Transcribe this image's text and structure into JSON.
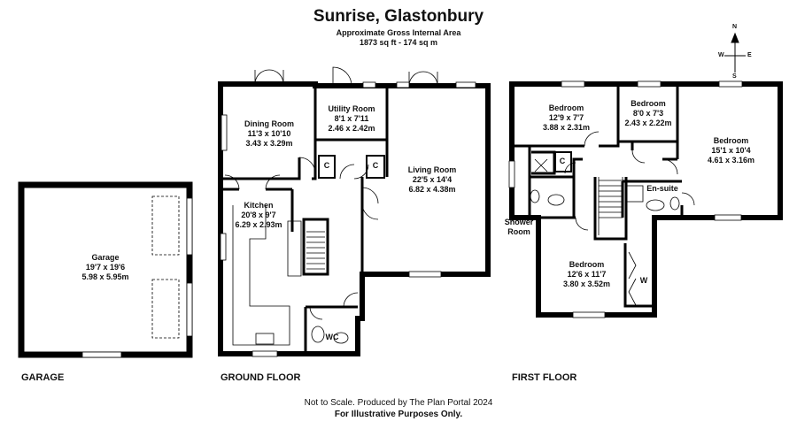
{
  "header": {
    "title": "Sunrise, Glastonbury",
    "subtitle": "Approximate Gross Internal Area",
    "area": "1873 sq ft - 174 sq m"
  },
  "compass": {
    "n": "N",
    "s": "S",
    "e": "E",
    "w": "W"
  },
  "rooms": {
    "garage": {
      "name": "Garage",
      "imperial": "19'7 x 19'6",
      "metric": "5.98 x 5.95m"
    },
    "dining": {
      "name": "Dining Room",
      "imperial": "11'3 x 10'10",
      "metric": "3.43 x 3.29m"
    },
    "utility": {
      "name": "Utility Room",
      "imperial": "8'1 x 7'11",
      "metric": "2.46 x 2.42m"
    },
    "living": {
      "name": "Living Room",
      "imperial": "22'5 x 14'4",
      "metric": "6.82 x 4.38m"
    },
    "kitchen": {
      "name": "Kitchen",
      "imperial": "20'8 x 9'7",
      "metric": "6.29 x 2.93m"
    },
    "bed1": {
      "name": "Bedroom",
      "imperial": "12'9 x 7'7",
      "metric": "3.88 x 2.31m"
    },
    "bed2": {
      "name": "Bedroom",
      "imperial": "8'0 x 7'3",
      "metric": "2.43 x 2.22m"
    },
    "bed3": {
      "name": "Bedroom",
      "imperial": "15'1 x 10'4",
      "metric": "4.61 x 3.16m"
    },
    "bed4": {
      "name": "Bedroom",
      "imperial": "12'6 x 11'7",
      "metric": "3.80 x 3.52m"
    }
  },
  "small_labels": {
    "cupboard": "C",
    "wc": "WC",
    "ensuite": "En-suite",
    "shower_room_line1": "Shower",
    "shower_room_line2": "Room",
    "wardrobe": "W"
  },
  "floors": {
    "garage": "GARAGE",
    "ground": "GROUND FLOOR",
    "first": "FIRST FLOOR"
  },
  "footer": {
    "line1": "Not to Scale. Produced by The Plan Portal 2024",
    "line2": "For Illustrative Purposes Only."
  }
}
